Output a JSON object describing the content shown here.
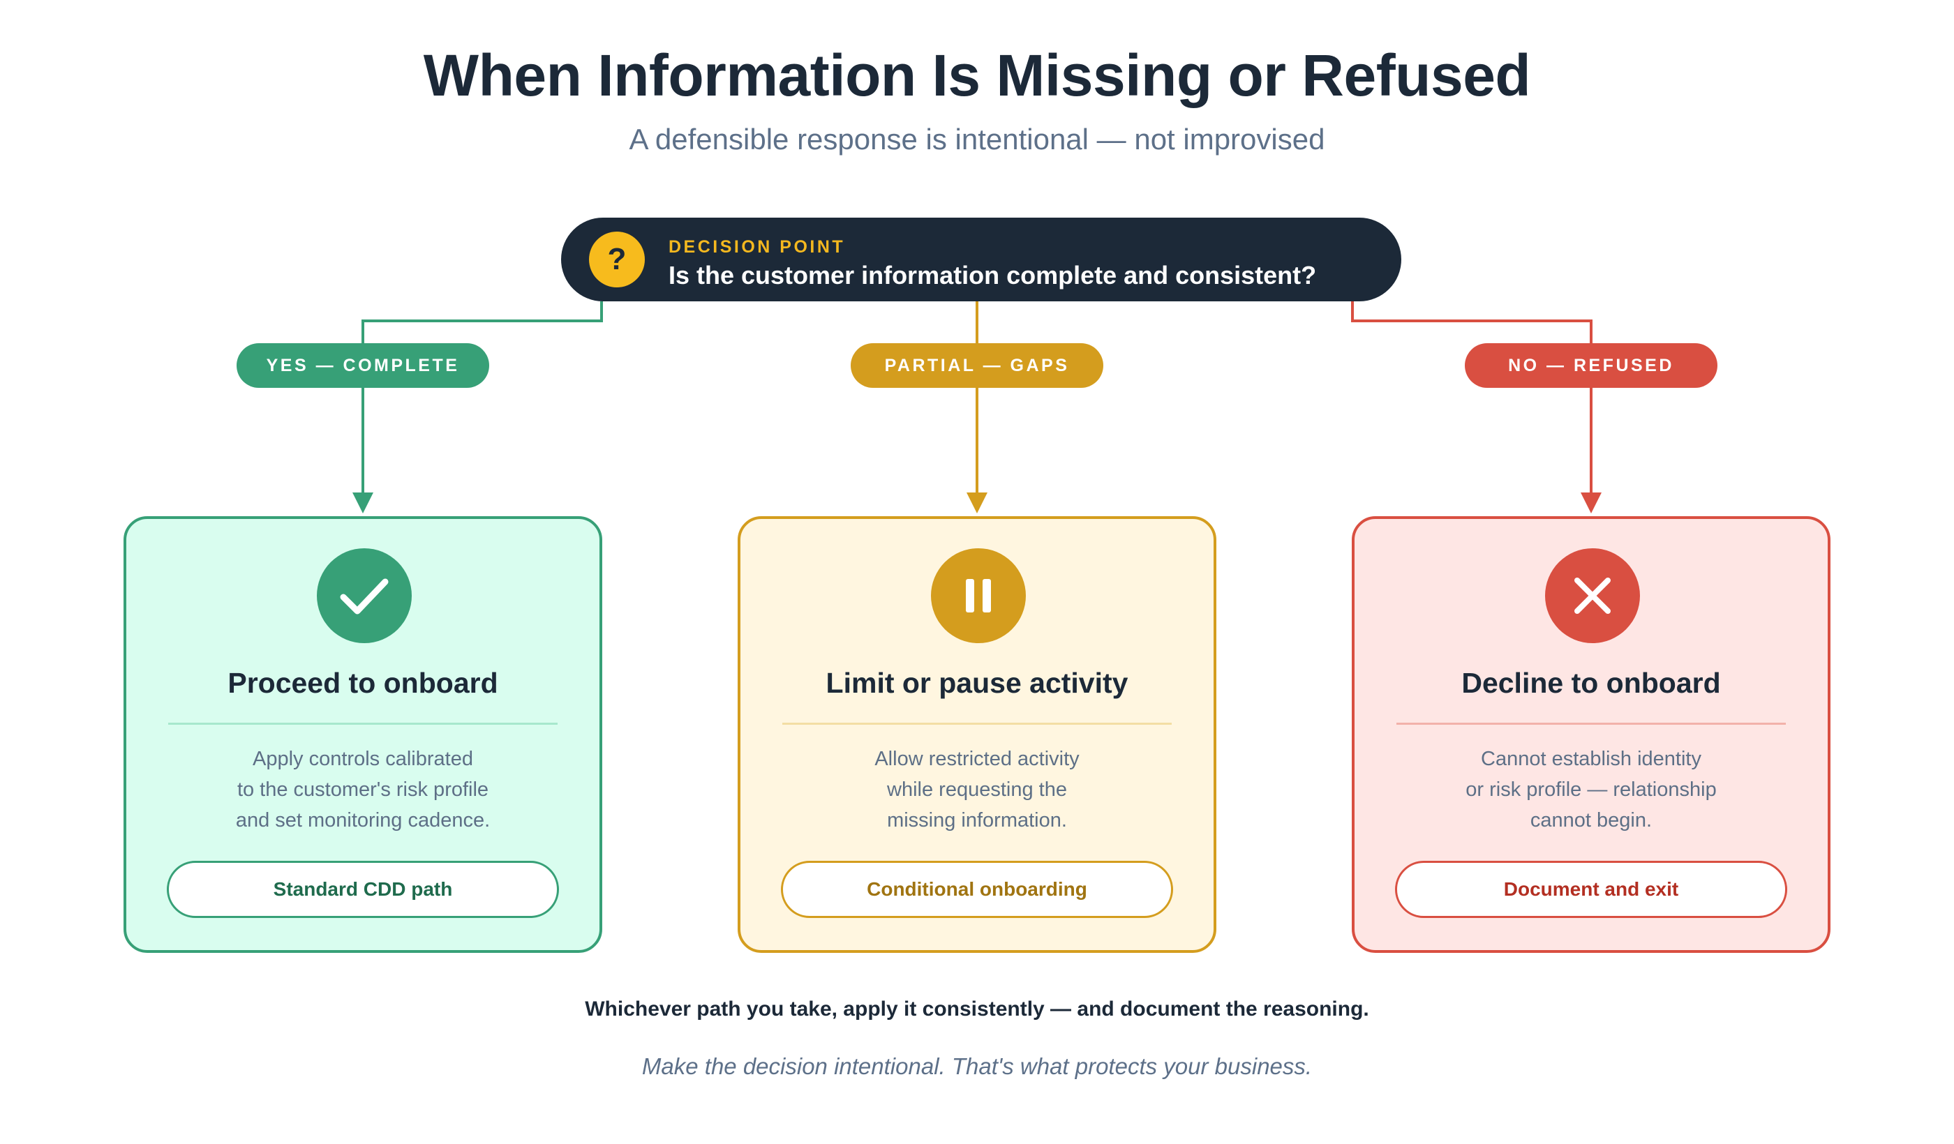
{
  "header": {
    "title": "When Information Is Missing or Refused",
    "subtitle": "A defensible response is intentional — not improvised"
  },
  "decision": {
    "icon": "question-icon",
    "icon_glyph": "?",
    "kicker": "DECISION POINT",
    "question": "Is the customer information complete and consistent?"
  },
  "branches": [
    {
      "pill_label": "YES — COMPLETE",
      "icon": "checkmark-icon",
      "title": "Proceed to onboard",
      "description": [
        "Apply controls calibrated",
        "to the customer's risk profile",
        "and set monitoring cadence."
      ],
      "button_label": "Standard CDD path",
      "colors": {
        "accent": "#37a077",
        "card_bg": "#d9fdef",
        "rule": "#a7e8cd",
        "button_text": "#1f6b4d"
      }
    },
    {
      "pill_label": "PARTIAL — GAPS",
      "icon": "pause-icon",
      "title": "Limit or pause activity",
      "description": [
        "Allow restricted activity",
        "while requesting the",
        "missing information."
      ],
      "button_label": "Conditional onboarding",
      "colors": {
        "accent": "#d49d1e",
        "card_bg": "#fff6e0",
        "rule": "#f3dea4",
        "button_text": "#a07411"
      }
    },
    {
      "pill_label": "NO — REFUSED",
      "icon": "x-icon",
      "title": "Decline to onboard",
      "description": [
        "Cannot establish identity",
        "or risk profile — relationship",
        "cannot begin."
      ],
      "button_label": "Document and exit",
      "colors": {
        "accent": "#d94f41",
        "card_bg": "#fee6e4",
        "rule": "#f2b1aa",
        "button_text": "#b32f22"
      }
    }
  ],
  "footer": {
    "main": "Whichever path you take, apply it consistently — and document the reasoning.",
    "note": "Make the decision intentional. That's what protects your business."
  },
  "colors": {
    "dark": "#1c2938",
    "decision_icon": "#f7bb1d",
    "kicker": "#f4b81f"
  }
}
